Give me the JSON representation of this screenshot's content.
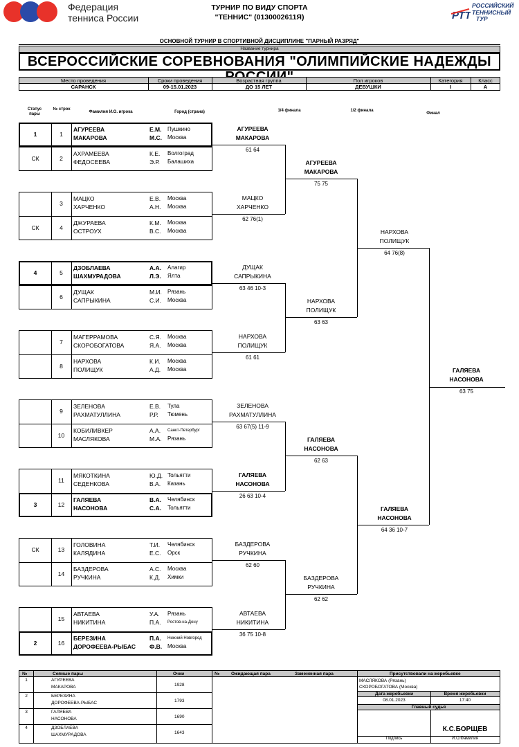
{
  "header": {
    "federation_line1": "Федерация",
    "federation_line2": "тенниса России",
    "tournament_line1": "ТУРНИР ПО ВИДУ СПОРТА",
    "tournament_line2": "\"ТЕННИС\" (0130002611Я)",
    "rtt_line1": "РОССИЙСКИЙ",
    "rtt_line2": "ТЕННИСНЫЙ",
    "rtt_line3": "ТУР",
    "rtt_mark": "РТТ"
  },
  "discipline": "ОСНОВНОЙ ТУРНИР В СПОРТИВНОЙ ДИСЦИПЛИНЕ \"ПАРНЫЙ РАЗРЯД\"",
  "name_label": "Название турнира",
  "title": "ВСЕРОССИЙСКИЕ СОРЕВНОВАНИЯ \"ОЛИМПИЙСКИЕ НАДЕЖДЫ РОССИИ\"",
  "info": {
    "venue_label": "Место проведения",
    "venue": "САРАНСК",
    "dates_label": "Сроки проведения",
    "dates": "09-15.01.2023",
    "age_label": "Возрастная группа",
    "age": "ДО 15 ЛЕТ",
    "sex_label": "Пол игроков",
    "sex": "ДЕВУШКИ",
    "category_label": "Категория",
    "category": "I",
    "class_label": "Класс",
    "class": "А"
  },
  "cols": {
    "status": "Статус пары",
    "num": "№ строк",
    "names": "Фамилия И.О. игрока",
    "city": "Город (страна)",
    "qf": "1/4 финала",
    "sf": "1/2 финала",
    "final": "Финал"
  },
  "pairs": [
    {
      "status": "1",
      "num": "1",
      "n1": "АГУРЕЕВА",
      "i1": "Е.М.",
      "c1": "Пушкино",
      "n2": "МАКАРОВА",
      "i2": "М.С.",
      "c2": "Москва"
    },
    {
      "status": "СК",
      "num": "2",
      "n1": "АХРАМЕЕВА",
      "i1": "К.Е.",
      "c1": "Волгоград",
      "n2": "ФЕДОСЕЕВА",
      "i2": "Э.Р.",
      "c2": "Балашиха"
    },
    {
      "status": "",
      "num": "3",
      "n1": "МАЦКО",
      "i1": "Е.В.",
      "c1": "Москва",
      "n2": "ХАРЧЕНКО",
      "i2": "А.Н.",
      "c2": "Москва"
    },
    {
      "status": "СК",
      "num": "4",
      "n1": "ДЖУРАЕВА",
      "i1": "К.М.",
      "c1": "Москва",
      "n2": "ОСТРОУХ",
      "i2": "В.С.",
      "c2": "Москва"
    },
    {
      "status": "4",
      "num": "5",
      "n1": "ДЗОБЛАЕВА",
      "i1": "А.А.",
      "c1": "Алагир",
      "n2": "ШАХМУРАДОВА",
      "i2": "Л.Э.",
      "c2": "Ялта"
    },
    {
      "status": "",
      "num": "6",
      "n1": "ДУЩАК",
      "i1": "М.И.",
      "c1": "Рязань",
      "n2": "САПРЫКИНА",
      "i2": "С.И.",
      "c2": "Москва"
    },
    {
      "status": "",
      "num": "7",
      "n1": "МАГЕРРАМОВА",
      "i1": "С.Я.",
      "c1": "Москва",
      "n2": "СКОРОБОГАТОВА",
      "i2": "Я.А.",
      "c2": "Москва"
    },
    {
      "status": "",
      "num": "8",
      "n1": "НАРХОВА",
      "i1": "К.И.",
      "c1": "Москва",
      "n2": "ПОЛИЩУК",
      "i2": "А.Д.",
      "c2": "Москва"
    },
    {
      "status": "",
      "num": "9",
      "n1": "ЗЕЛЕНОВА",
      "i1": "Е.В.",
      "c1": "Тула",
      "n2": "РАХМАТУЛЛИНА",
      "i2": "Р.Р.",
      "c2": "Тюмень"
    },
    {
      "status": "",
      "num": "10",
      "n1": "КОБИЛИВКЕР",
      "i1": "А.А.",
      "c1": "Санкт-Петербург",
      "n2": "МАСЛЯКОВА",
      "i2": "М.А.",
      "c2": "Рязань"
    },
    {
      "status": "",
      "num": "11",
      "n1": "МЯКОТКИНА",
      "i1": "Ю.Д.",
      "c1": "Тольятти",
      "n2": "СЕДЕНКОВА",
      "i2": "В.А.",
      "c2": "Казань"
    },
    {
      "status": "3",
      "num": "12",
      "n1": "ГАЛЯЕВА",
      "i1": "В.А.",
      "c1": "Челябинск",
      "n2": "НАСОНОВА",
      "i2": "С.А.",
      "c2": "Тольятти"
    },
    {
      "status": "СК",
      "num": "13",
      "n1": "ГОЛОВИНА",
      "i1": "Т.И.",
      "c1": "Челябинск",
      "n2": "КАЛЯДИНА",
      "i2": "Е.С.",
      "c2": "Орск"
    },
    {
      "status": "",
      "num": "14",
      "n1": "БАЗДЕРОВА",
      "i1": "А.С.",
      "c1": "Москва",
      "n2": "РУЧКИНА",
      "i2": "К.Д.",
      "c2": "Химки"
    },
    {
      "status": "",
      "num": "15",
      "n1": "АВТАЕВА",
      "i1": "У.А.",
      "c1": "Рязань",
      "n2": "НИКИТИНА",
      "i2": "П.А.",
      "c2": "Ростов-на-Дону"
    },
    {
      "status": "2",
      "num": "16",
      "n1": "БЕРЕЗИНА",
      "i1": "П.А.",
      "c1": "Нижний Новгород",
      "n2": "ДОРОФЕЕВА-РЫБАС",
      "i2": "Ф.В.",
      "c2": "Москва"
    }
  ],
  "r1": [
    {
      "n1": "АГУРЕЕВА",
      "n2": "МАКАРОВА",
      "score": "61 64"
    },
    {
      "n1": "МАЦКО",
      "n2": "ХАРЧЕНКО",
      "score": "62 76(1)"
    },
    {
      "n1": "ДУЩАК",
      "n2": "САПРЫКИНА",
      "score": "63 46 10-3"
    },
    {
      "n1": "НАРХОВА",
      "n2": "ПОЛИЩУК",
      "score": "61 61"
    },
    {
      "n1": "ЗЕЛЕНОВА",
      "n2": "РАХМАТУЛЛИНА",
      "score": "63 67(5) 11-9"
    },
    {
      "n1": "ГАЛЯЕВА",
      "n2": "НАСОНОВА",
      "score": "26 63 10-4"
    },
    {
      "n1": "БАЗДЕРОВА",
      "n2": "РУЧКИНА",
      "score": "62 60"
    },
    {
      "n1": "АВТАЕВА",
      "n2": "НИКИТИНА",
      "score": "36 75 10-8"
    }
  ],
  "qf": [
    {
      "n1": "АГУРЕЕВА",
      "n2": "МАКАРОВА",
      "score": "75 75"
    },
    {
      "n1": "НАРХОВА",
      "n2": "ПОЛИЩУК",
      "score": "63 63"
    },
    {
      "n1": "ГАЛЯЕВА",
      "n2": "НАСОНОВА",
      "score": "62 63"
    },
    {
      "n1": "БАЗДЕРОВА",
      "n2": "РУЧКИНА",
      "score": "62 62"
    }
  ],
  "sf": [
    {
      "n1": "НАРХОВА",
      "n2": "ПОЛИЩУК",
      "score": "64 76(8)"
    },
    {
      "n1": "ГАЛЯЕВА",
      "n2": "НАСОНОВА",
      "score": "64 36 10-7"
    }
  ],
  "final": {
    "n1": "ГАЛЯЕВА",
    "n2": "НАСОНОВА",
    "score": "63 75"
  },
  "seeds": {
    "h_num": "№",
    "h_pairs": "Сеяные пары",
    "h_points": "Очки",
    "h_num2": "№",
    "h_waiting": "Ожидающая пара",
    "h_replaced": "Замененная пара",
    "h_present": "Присутствовали на жеребьевке",
    "rows": [
      {
        "n": "1",
        "a": "АГУРЕЕВА",
        "b": "МАКАРОВА",
        "pts": "1928"
      },
      {
        "n": "2",
        "a": "БЕРЕЗИНА",
        "b": "ДОРОФЕЕВА-РЫБАС",
        "pts": "1793"
      },
      {
        "n": "3",
        "a": "ГАЛЯЕВА",
        "b": "НАСОНОВА",
        "pts": "1690"
      },
      {
        "n": "4",
        "a": "ДЗОБЛАЕВА",
        "b": "ШАХМУРАДОВА",
        "pts": "1643"
      }
    ],
    "present1": "МАСЛЯКОВА (Рязань)",
    "present2": "СКОРОБОГАТОВА (Москва)",
    "draw_date_label": "Дата жеребьевки",
    "draw_date": "08.01.2023",
    "draw_time_label": "Время жеребьевки",
    "draw_time": "17:40",
    "referee_label": "Главный судья",
    "referee": "К.С.БОРЩЕВ",
    "sign_label": "Подпись",
    "fio_label": "И.О.Фамилия"
  }
}
